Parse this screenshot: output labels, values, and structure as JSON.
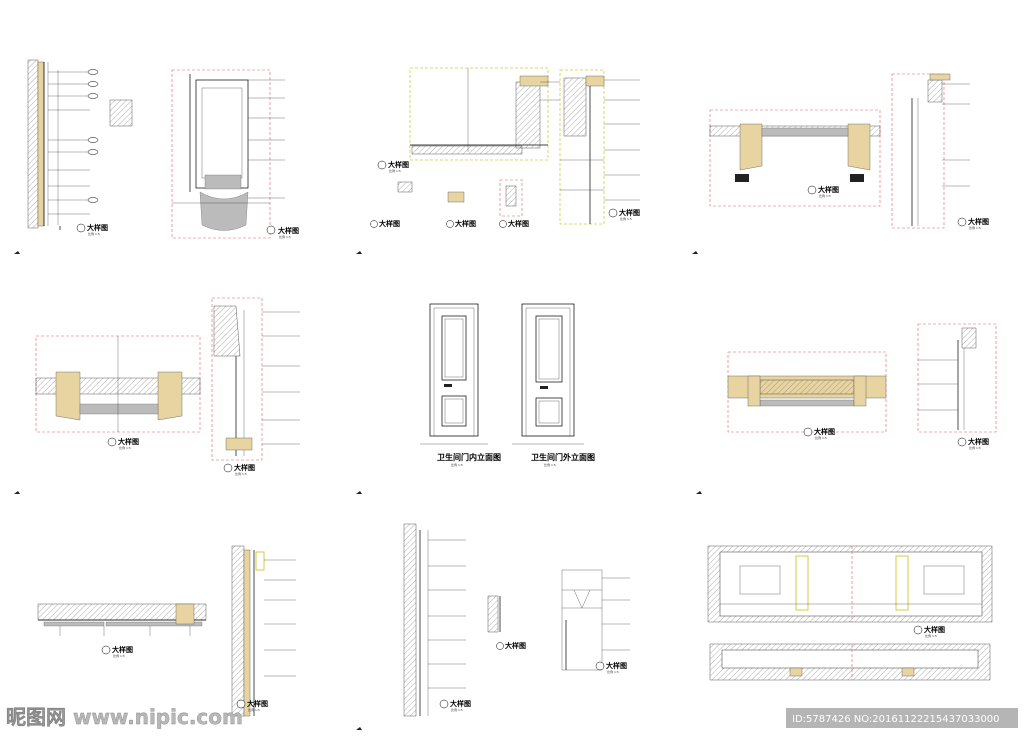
{
  "titles": {
    "detail": "大样图",
    "scale": "比例 1:5",
    "door_inner": "卫生间门内立面图",
    "door_outer": "卫生间门外立面图"
  },
  "watermark": {
    "site": "昵图网 www.nipic.com",
    "id": "ID:5787426 NO:20161122215437033000"
  }
}
